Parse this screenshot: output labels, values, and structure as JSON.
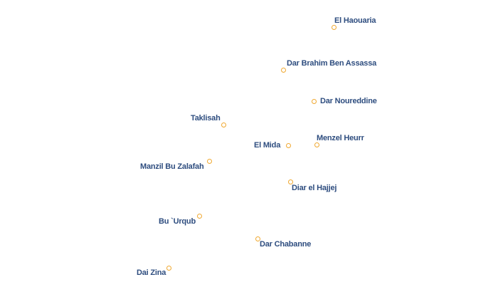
{
  "map": {
    "marker_color": "#f0a830",
    "label_color": "#2e4d7f",
    "places": [
      {
        "id": "el-haouaria",
        "name": "El Haouaria"
      },
      {
        "id": "dar-brahim-ben-assassa",
        "name": "Dar Brahim Ben Assassa"
      },
      {
        "id": "dar-noureddine",
        "name": "Dar Noureddine"
      },
      {
        "id": "taklisah",
        "name": "Taklisah"
      },
      {
        "id": "menzel-heurr",
        "name": "Menzel Heurr"
      },
      {
        "id": "el-mida",
        "name": "El Mida"
      },
      {
        "id": "manzil-bu-zalafah",
        "name": "Manzil Bu Zalafah"
      },
      {
        "id": "diar-el-hajjej",
        "name": "Diar el Hajjej"
      },
      {
        "id": "bu-urqub",
        "name": "Bu `Urqub"
      },
      {
        "id": "dar-chabanne",
        "name": "Dar Chabanne"
      },
      {
        "id": "dai-zina",
        "name": "Dai Zina"
      }
    ]
  }
}
